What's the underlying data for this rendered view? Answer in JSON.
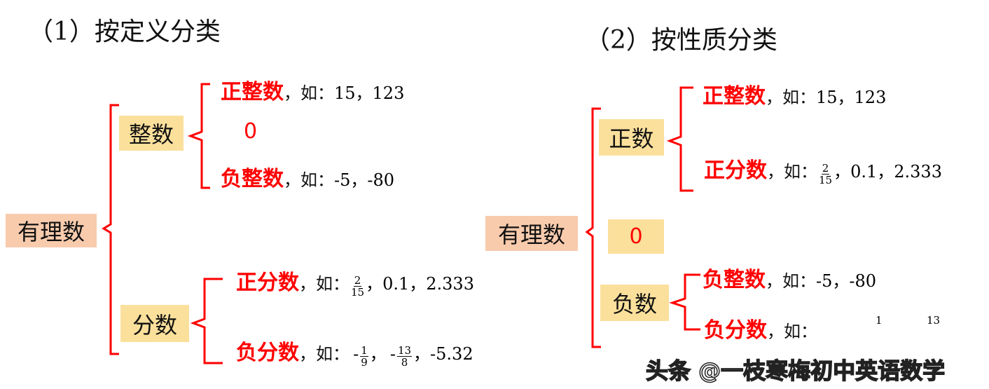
{
  "left": {
    "title": "（1）按定义分类",
    "root": "有理数",
    "integer": {
      "label": "整数",
      "positive": {
        "name": "正整数",
        "prefix": "，如：",
        "examples": "15，123"
      },
      "zero": "0",
      "negative": {
        "name": "负整数",
        "prefix": "，如：",
        "examples": "-5，-80"
      }
    },
    "fraction": {
      "label": "分数",
      "positive": {
        "name": "正分数",
        "prefix": "，如：",
        "frac_num": "2",
        "frac_den": "15",
        "examples": "，0.1，2.333"
      },
      "negative": {
        "name": "负分数",
        "prefix": "，如：",
        "f1_sign": "-",
        "f1_num": "1",
        "f1_den": "9",
        "sep": "，",
        "f2_sign": "-",
        "f2_num": "13",
        "f2_den": "8",
        "examples": "，-5.32"
      }
    }
  },
  "right": {
    "title": "（2）按性质分类",
    "root": "有理数",
    "positive": {
      "label": "正数",
      "integer": {
        "name": "正整数",
        "prefix": "，如：",
        "examples": "15，123"
      },
      "fraction": {
        "name": "正分数",
        "prefix": "，如：",
        "frac_num": "2",
        "frac_den": "15",
        "examples": "，0.1，2.333"
      }
    },
    "zero": "0",
    "negative": {
      "label": "负数",
      "integer": {
        "name": "负整数",
        "prefix": "，如：",
        "examples": "-5，-80"
      },
      "fraction": {
        "name": "负分数",
        "prefix": "，如：",
        "f1_num": "1",
        "f2_num": "13"
      }
    }
  },
  "watermark": "头条 @一枝寒梅初中英语数学",
  "colors": {
    "red": "#ff0000",
    "root_box": "#f8cbad",
    "node_box": "#fbe09c"
  }
}
